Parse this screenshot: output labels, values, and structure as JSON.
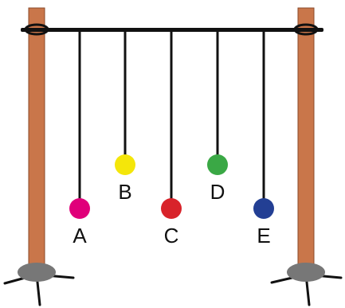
{
  "pendulums": [
    {
      "label": "A",
      "color": "#e0007a"
    },
    {
      "label": "B",
      "color": "#f4e60a"
    },
    {
      "label": "C",
      "color": "#d8232a"
    },
    {
      "label": "D",
      "color": "#3aa845"
    },
    {
      "label": "E",
      "color": "#233f94"
    }
  ],
  "colors": {
    "post": "#c9764a",
    "post_edge": "#8a4a2a",
    "bar": "#111111",
    "string": "#111111",
    "base": "#777777"
  }
}
